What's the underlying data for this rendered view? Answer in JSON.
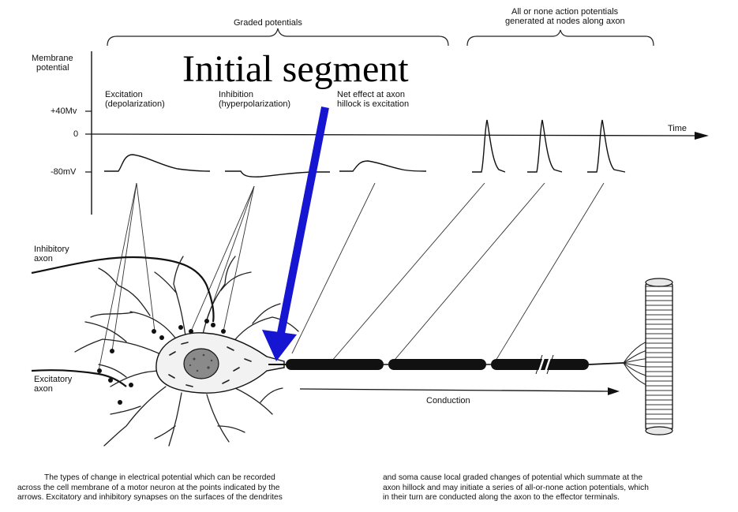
{
  "annotation": {
    "initial_segment": "Initial segment"
  },
  "brackets": {
    "graded": "Graded potentials",
    "all_or_none_line1": "All or none action potentials",
    "all_or_none_line2": "generated at nodes along axon"
  },
  "axis": {
    "ylabel_line1": "Membrane",
    "ylabel_line2": "potential",
    "tick_plus40": "+40Mv",
    "tick_zero": "0",
    "tick_minus80": "-80mV",
    "xlabel": "Time"
  },
  "events": {
    "excitation_line1": "Excitation",
    "excitation_line2": "(depolarization)",
    "inhibition_line1": "Inhibition",
    "inhibition_line2": "(hyperpolarization)",
    "net_line1": "Net effect at axon",
    "net_line2": "hillock is excitation"
  },
  "neuron": {
    "inhibitory_line1": "Inhibitory",
    "inhibitory_line2": "axon",
    "excitatory_line1": "Excitatory",
    "excitatory_line2": "axon",
    "conduction": "Conduction"
  },
  "caption": {
    "left": [
      "The types of change in electrical potential which can be recorded",
      "across the cell membrane of a motor neuron at the points indicated by the",
      "arrows. Excitatory and inhibitory synapses on the surfaces of the dendrites"
    ],
    "right": [
      "and soma cause local graded changes of potential which summate at the",
      "axon hillock and may initiate a series of all-or-none action potentials, which",
      "in their turn are conducted along the axon to the effector terminals."
    ]
  },
  "colors": {
    "arrow": "#1515d2",
    "ink": "#111111",
    "soma_fill": "#f2f2f2",
    "nucleus_fill": "#8a8a8a"
  }
}
